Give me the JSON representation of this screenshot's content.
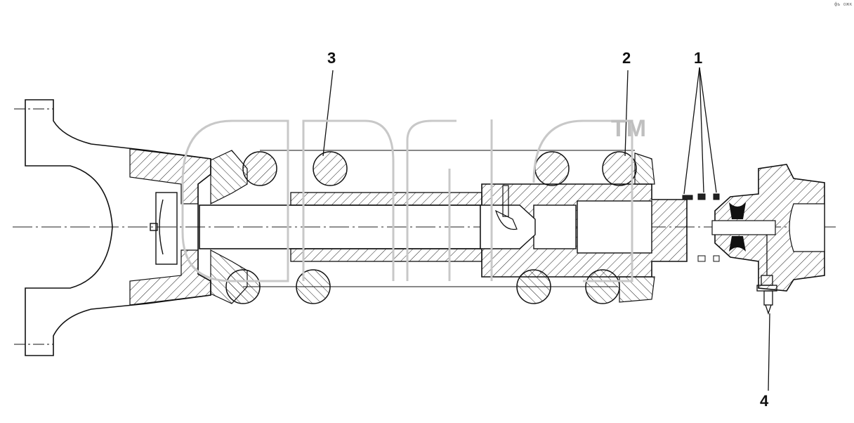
{
  "callouts": {
    "c1": "1",
    "c2": "2",
    "c3": "3",
    "c4": "4"
  },
  "watermark": {
    "mark": "TM"
  },
  "corner_code": "фь ожк",
  "colors": {
    "line": "#111111",
    "watermark": "#c8c8c8",
    "background": "#ffffff"
  }
}
